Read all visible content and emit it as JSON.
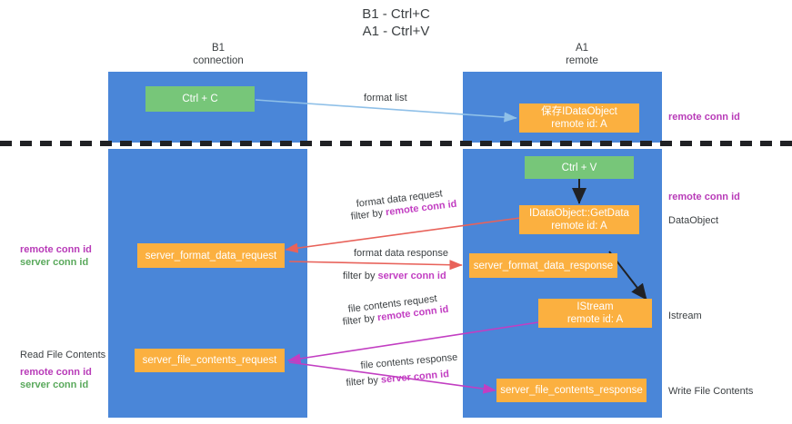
{
  "title": "B1 - Ctrl+C\nA1 - Ctrl+V",
  "columns": [
    {
      "name": "b1",
      "label": "B1\nconnection"
    },
    {
      "name": "a1",
      "label": "A1\nremote"
    }
  ],
  "nodes": {
    "ctrl_c": "Ctrl + C",
    "save_idataobject": "保存IDataObject\nremote id: A",
    "ctrl_v": "Ctrl + V",
    "idataobject_getdata": "IDataObject::GetData\nremote id: A",
    "server_format_data_request": "server_format_data_request",
    "server_format_data_response": "server_format_data_response",
    "istream": "IStream\nremote id: A",
    "server_file_contents_request": "server_file_contents_request",
    "server_file_contents_response": "server_file_contents_response"
  },
  "edge_labels": {
    "format_list": "format list",
    "format_data_request": "format data request",
    "format_data_request_filter_prefix": "filter by ",
    "format_data_request_filter_key": "remote conn id",
    "format_data_response": "format data response",
    "format_data_response_filter_prefix": "filter by ",
    "format_data_response_filter_key": "server conn id",
    "file_contents_request": "file contents request",
    "file_contents_request_filter_prefix": "filter by ",
    "file_contents_request_filter_key": "remote conn id",
    "file_contents_response": "file contents response",
    "file_contents_response_filter_prefix": "filter by ",
    "file_contents_response_filter_key": "server conn id"
  },
  "annotations": {
    "right_remote_conn_id_top": "remote conn id",
    "right_remote_conn_id_mid": "remote conn id",
    "right_dataobject": "DataObject",
    "right_istream": "Istream",
    "right_write_file_contents": "Write File Contents",
    "left_remote_conn_id_mid": "remote conn id",
    "left_server_conn_id_mid": "server conn id",
    "left_read_file_contents": "Read File Contents",
    "left_remote_conn_id_bottom": "remote conn id",
    "left_server_conn_id_bottom": "server conn id"
  },
  "colors": {
    "lane": "#4a86d8",
    "node_green": "#77c679",
    "node_orange": "#fbb040",
    "arrow_light_blue": "#8fc0e8",
    "arrow_red": "#e8625a",
    "arrow_magenta": "#c23ec2",
    "arrow_black": "#202124",
    "highlight_purple": "#b83bb8",
    "highlight_green": "#5aa95c"
  }
}
